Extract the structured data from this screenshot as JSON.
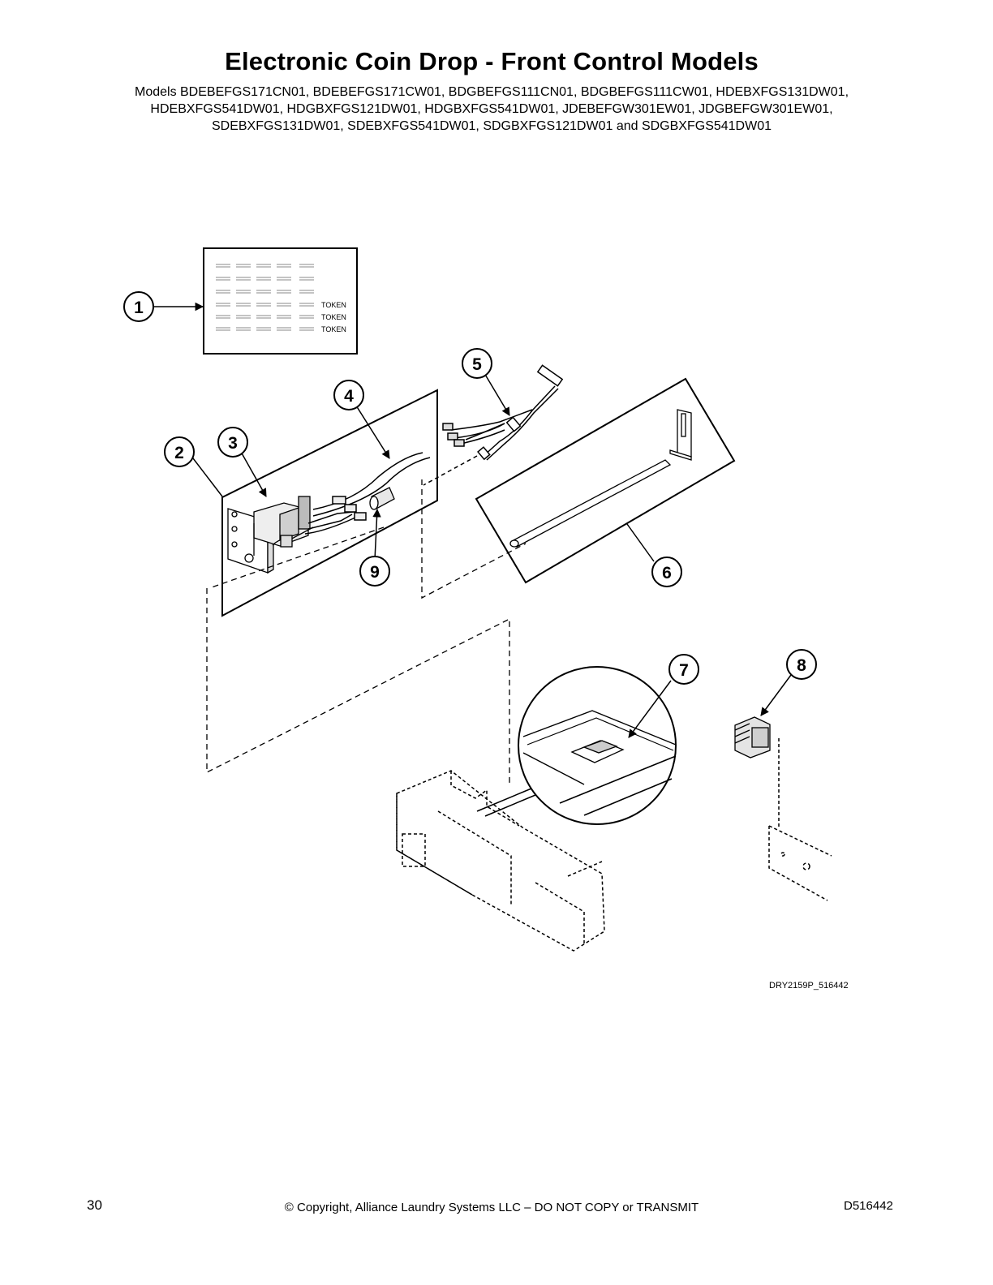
{
  "header": {
    "title": "Electronic Coin Drop - Front Control Models",
    "models_lines": [
      "Models BDEBEFGS171CN01, BDEBEFGS171CW01, BDGBEFGS111CN01, BDGBEFGS111CW01, HDEBXFGS131DW01,",
      "HDEBXFGS541DW01, HDGBXFGS121DW01, HDGBXFGS541DW01, JDEBEFGW301EW01, JDGBEFGW301EW01,",
      "SDEBXFGS131DW01, SDEBXFGS541DW01, SDGBXFGS121DW01 and SDGBXFGS541DW01"
    ]
  },
  "diagram": {
    "callouts": [
      "1",
      "2",
      "3",
      "4",
      "5",
      "6",
      "7",
      "8",
      "9"
    ],
    "label_text": [
      "TOKEN",
      "TOKEN",
      "TOKEN"
    ],
    "figure_ref": "DRY2159P_516442"
  },
  "footer": {
    "page_number": "30",
    "copyright": "© Copyright, Alliance Laundry Systems LLC – DO NOT COPY or TRANSMIT",
    "doc_number": "D516442"
  }
}
